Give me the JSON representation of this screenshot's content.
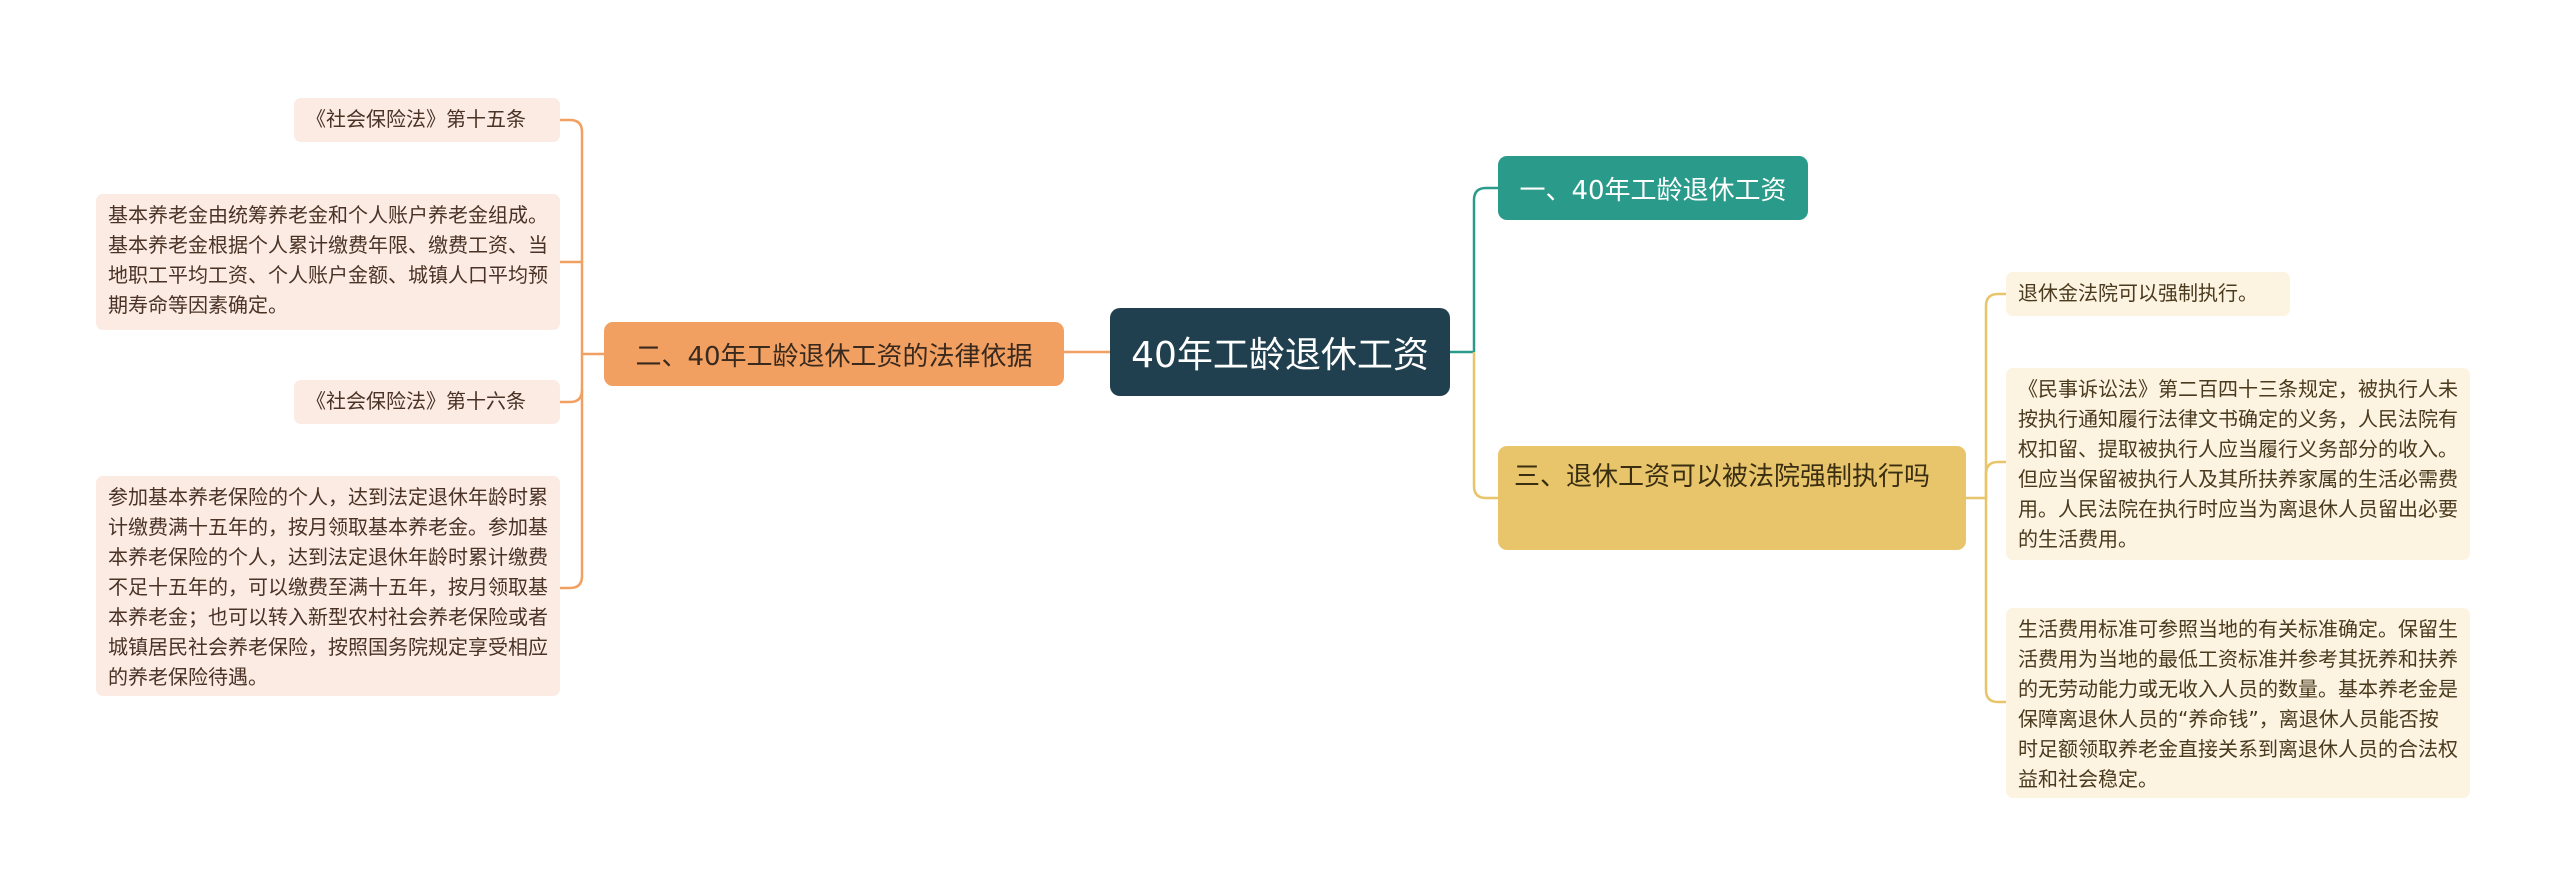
{
  "root": {
    "label": "40年工龄退休工资"
  },
  "branches": {
    "left": {
      "label": "二、40年工龄退休工资的法律依据",
      "leaves": [
        "《社会保险法》第十五条",
        "基本养老金由统筹养老金和个人账户养老金组成。基本养老金根据个人累计缴费年限、缴费工资、当地职工平均工资、个人账户金额、城镇人口平均预期寿命等因素确定。",
        "《社会保险法》第十六条",
        "参加基本养老保险的个人，达到法定退休年龄时累计缴费满十五年的，按月领取基本养老金。参加基本养老保险的个人，达到法定退休年龄时累计缴费不足十五年的，可以缴费至满十五年，按月领取基本养老金；也可以转入新型农村社会养老保险或者城镇居民社会养老保险，按照国务院规定享受相应的养老保险待遇。"
      ]
    },
    "teal": {
      "label": "一、40年工龄退休工资"
    },
    "yellow": {
      "label": "三、退休工资可以被法院强制执行吗",
      "leaves": [
        "退休金法院可以强制执行。",
        "《民事诉讼法》第二百四十三条规定，被执行人未按执行通知履行法律文书确定的义务，人民法院有权扣留、提取被执行人应当履行义务部分的收入。但应当保留被执行人及其所扶养家属的生活必需费用。人民法院在执行时应当为离退休人员留出必要的生活费用。",
        "生活费用标准可参照当地的有关标准确定。保留生活费用为当地的最低工资标准并参考其抚养和扶养的无劳动能力或无收入人员的数量。基本养老金是保障离退休人员的“养命钱”，离退休人员能否按时足额领取养老金直接关系到离退休人员的合法权益和社会稳定。"
      ]
    }
  },
  "colors": {
    "root": "#21404f",
    "left": "#f2a062",
    "teal": "#2a9b8a",
    "yellow": "#e8c56b",
    "left_leaf_bg": "#fcebe2",
    "right_leaf_bg": "#fcf3e0"
  }
}
